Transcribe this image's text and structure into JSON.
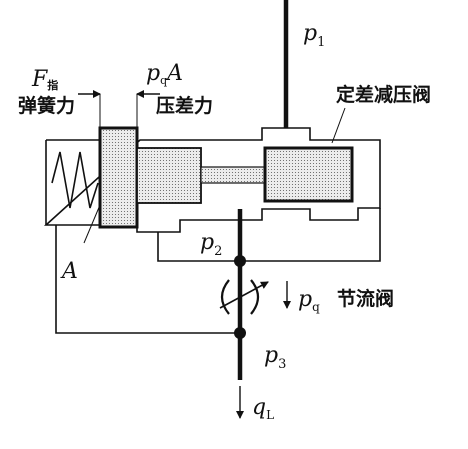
{
  "labels": {
    "p1": "p",
    "p1_sub": "1",
    "F": "F",
    "F_sub": "指",
    "pqA_p": "p",
    "pqA_sub": "q",
    "pqA_A": "A",
    "spring_force": "弹簧力",
    "pressure_diff_force": "压差力",
    "valve_name": "定差减压阀",
    "A_label": "A",
    "p2": "p",
    "p2_sub": "2",
    "pq": "p",
    "pq_sub": "q",
    "throttle_name": "节流阀",
    "p3": "p",
    "p3_sub": "3",
    "qL": "q",
    "qL_sub": "L"
  },
  "colors": {
    "line": "#111111",
    "dot_fill": "#e6e6e6"
  }
}
